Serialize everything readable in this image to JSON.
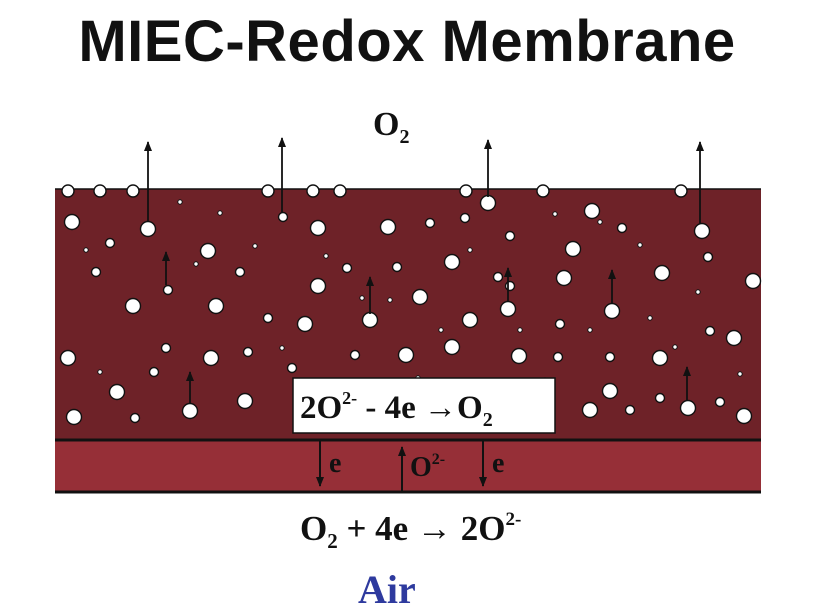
{
  "title": "MIEC-Redox Membrane",
  "top_product": {
    "base": "O",
    "sub": "2"
  },
  "oxidation_reaction": {
    "part1": "2O",
    "sup1": "2-",
    "part2": " - 4e →O",
    "sub2": "2"
  },
  "ion_label": {
    "base": "O",
    "sup": "2-"
  },
  "electron_label_left": "e",
  "electron_label_right": "e",
  "reduction_reaction": {
    "part1": "O",
    "sub1": "2",
    "part2": " + 4e → 2O",
    "sup2": "2-"
  },
  "feed_gas_label": "Air",
  "colors": {
    "membrane_upper": "#6e2228",
    "membrane_lower": "#962f37",
    "bubble": "#ffffff",
    "air_label": "#2e3a9e",
    "outline": "#111111"
  }
}
